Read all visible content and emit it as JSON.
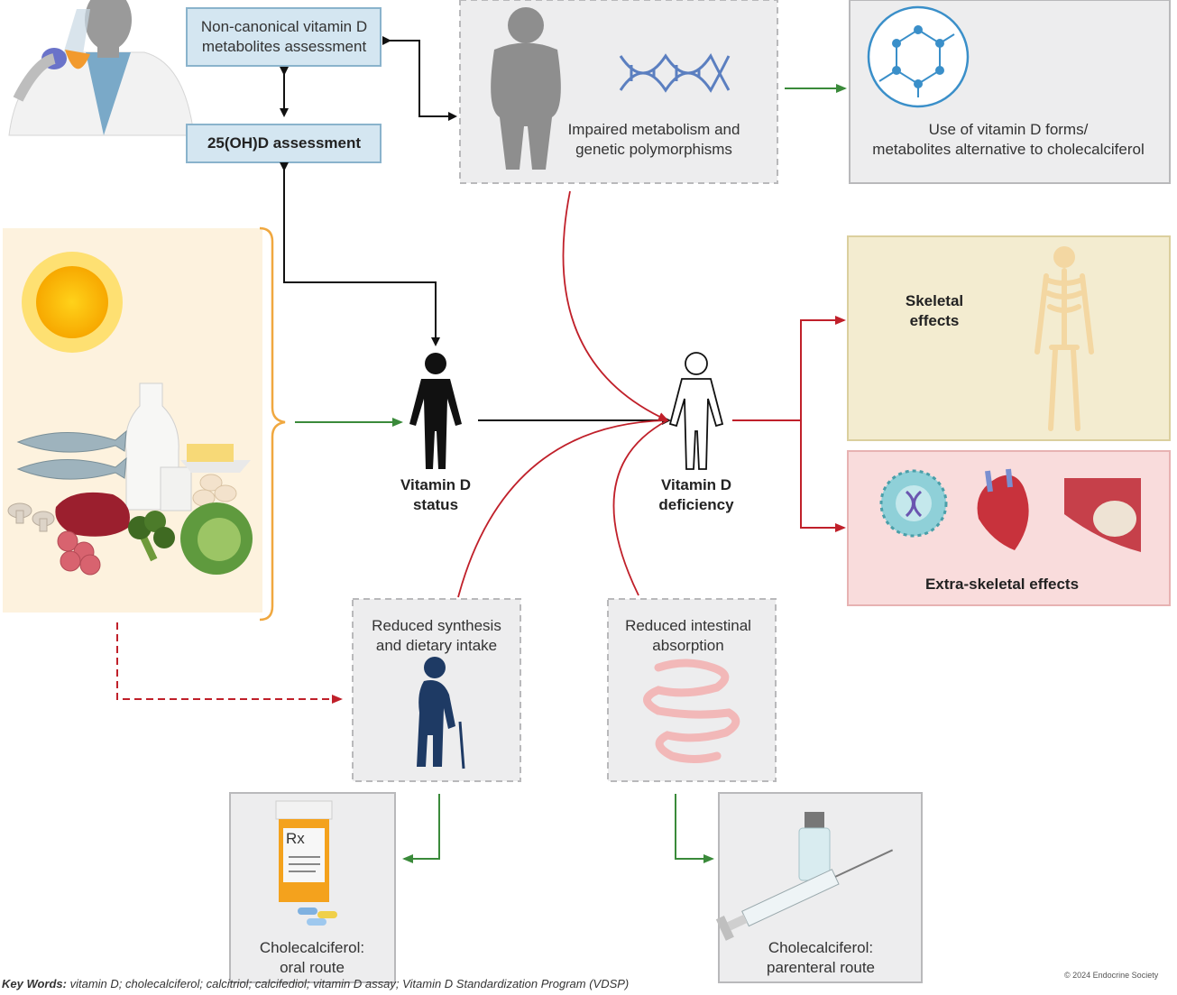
{
  "assessment": {
    "noncanonical": [
      "Non-canonical vitamin D",
      "metabolites assessment"
    ],
    "ohd": "25(OH)D assessment"
  },
  "metabolism": [
    "Impaired metabolism and",
    "genetic polymorphisms"
  ],
  "alternative": [
    "Use of vitamin D forms/",
    "metabolites alternative to cholecalciferol"
  ],
  "status": [
    "Vitamin D",
    "status"
  ],
  "deficiency": [
    "Vitamin D",
    "deficiency"
  ],
  "skeletal": [
    "Skeletal",
    "effects"
  ],
  "extra_skeletal": "Extra-skeletal effects",
  "reduced_synthesis": [
    "Reduced synthesis",
    "and dietary intake"
  ],
  "reduced_absorption": [
    "Reduced intestinal",
    "absorption"
  ],
  "oral": [
    "Cholecalciferol:",
    "oral route"
  ],
  "parenteral": [
    "Cholecalciferol:",
    "parenteral route"
  ],
  "rx_label": "Rx",
  "copyright": "© 2024 Endocrine Society",
  "caption": {
    "lead": "Key Words:",
    "text": " vitamin D; cholecalciferol; calcitriol; calcifediol; vitamin D assay; Vitamin D Standardization Program (VDSP)"
  },
  "colors": {
    "green": "#3a8a3a",
    "red": "#c0202a",
    "black": "#111111",
    "box_blue_fill": "#d4e6f1",
    "box_blue_stroke": "#8ab3cc",
    "grey_fill": "#ededee",
    "grey_stroke": "#b9b9bb",
    "skeletal_fill": "#f3ecd0",
    "extra_fill": "#f9dcdc",
    "orange_brace": "#f0a840"
  }
}
